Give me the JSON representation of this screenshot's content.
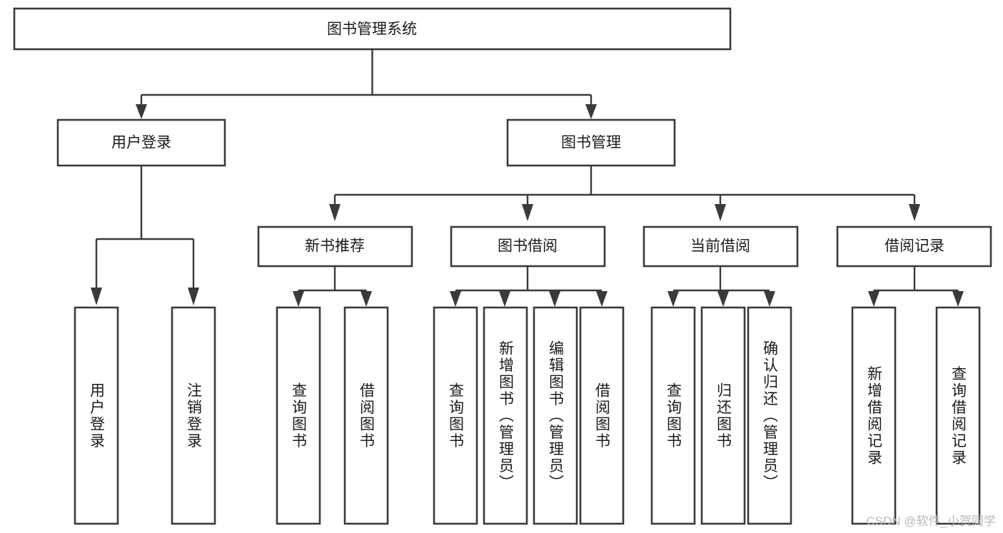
{
  "diagram": {
    "title": "图书管理系统",
    "type": "hierarchy-tree",
    "watermark": "CSDN @软件_小贺同学",
    "colors": {
      "stroke": "#3a3a3a",
      "fill": "#ffffff",
      "text": "#1a1a1a",
      "watermark": "#b9b9b9",
      "background": "#ffffff"
    },
    "levels": {
      "root": {
        "label": "图书管理系统",
        "orientation": "horizontal"
      },
      "level1": [
        {
          "id": "user-login",
          "label": "用户登录",
          "orientation": "horizontal"
        },
        {
          "id": "book-manage",
          "label": "图书管理",
          "orientation": "horizontal"
        }
      ],
      "level2": [
        {
          "id": "new-book-recommend",
          "label": "新书推荐",
          "orientation": "horizontal",
          "parent": "book-manage"
        },
        {
          "id": "book-borrow",
          "label": "图书借阅",
          "orientation": "horizontal",
          "parent": "book-manage"
        },
        {
          "id": "current-borrow",
          "label": "当前借阅",
          "orientation": "horizontal",
          "parent": "book-manage"
        },
        {
          "id": "borrow-record",
          "label": "借阅记录",
          "orientation": "horizontal",
          "parent": "book-manage"
        }
      ],
      "leaves": [
        {
          "id": "leaf-user-login",
          "label": "用户登录",
          "orientation": "vertical",
          "parent": "user-login"
        },
        {
          "id": "leaf-user-logout",
          "label": "注销登录",
          "orientation": "vertical",
          "parent": "user-login"
        },
        {
          "id": "leaf-query-book-1",
          "label": "查询图书",
          "orientation": "vertical",
          "parent": "new-book-recommend"
        },
        {
          "id": "leaf-borrow-book-1",
          "label": "借阅图书",
          "orientation": "vertical",
          "parent": "new-book-recommend"
        },
        {
          "id": "leaf-query-book-2",
          "label": "查询图书",
          "orientation": "vertical",
          "parent": "book-borrow"
        },
        {
          "id": "leaf-add-book",
          "label": "新增图书（管理员）",
          "orientation": "vertical",
          "parent": "book-borrow"
        },
        {
          "id": "leaf-edit-book",
          "label": "编辑图书（管理员）",
          "orientation": "vertical",
          "parent": "book-borrow"
        },
        {
          "id": "leaf-borrow-book-2",
          "label": "借阅图书",
          "orientation": "vertical",
          "parent": "book-borrow"
        },
        {
          "id": "leaf-query-book-3",
          "label": "查询图书",
          "orientation": "vertical",
          "parent": "current-borrow"
        },
        {
          "id": "leaf-return-book",
          "label": "归还图书",
          "orientation": "vertical",
          "parent": "current-borrow"
        },
        {
          "id": "leaf-confirm-return",
          "label": "确认归还（管理员）",
          "orientation": "vertical",
          "parent": "current-borrow"
        },
        {
          "id": "leaf-add-record",
          "label": "新增借阅记录",
          "orientation": "vertical",
          "parent": "borrow-record"
        },
        {
          "id": "leaf-query-record",
          "label": "查询借阅记录",
          "orientation": "vertical",
          "parent": "borrow-record"
        }
      ]
    }
  }
}
